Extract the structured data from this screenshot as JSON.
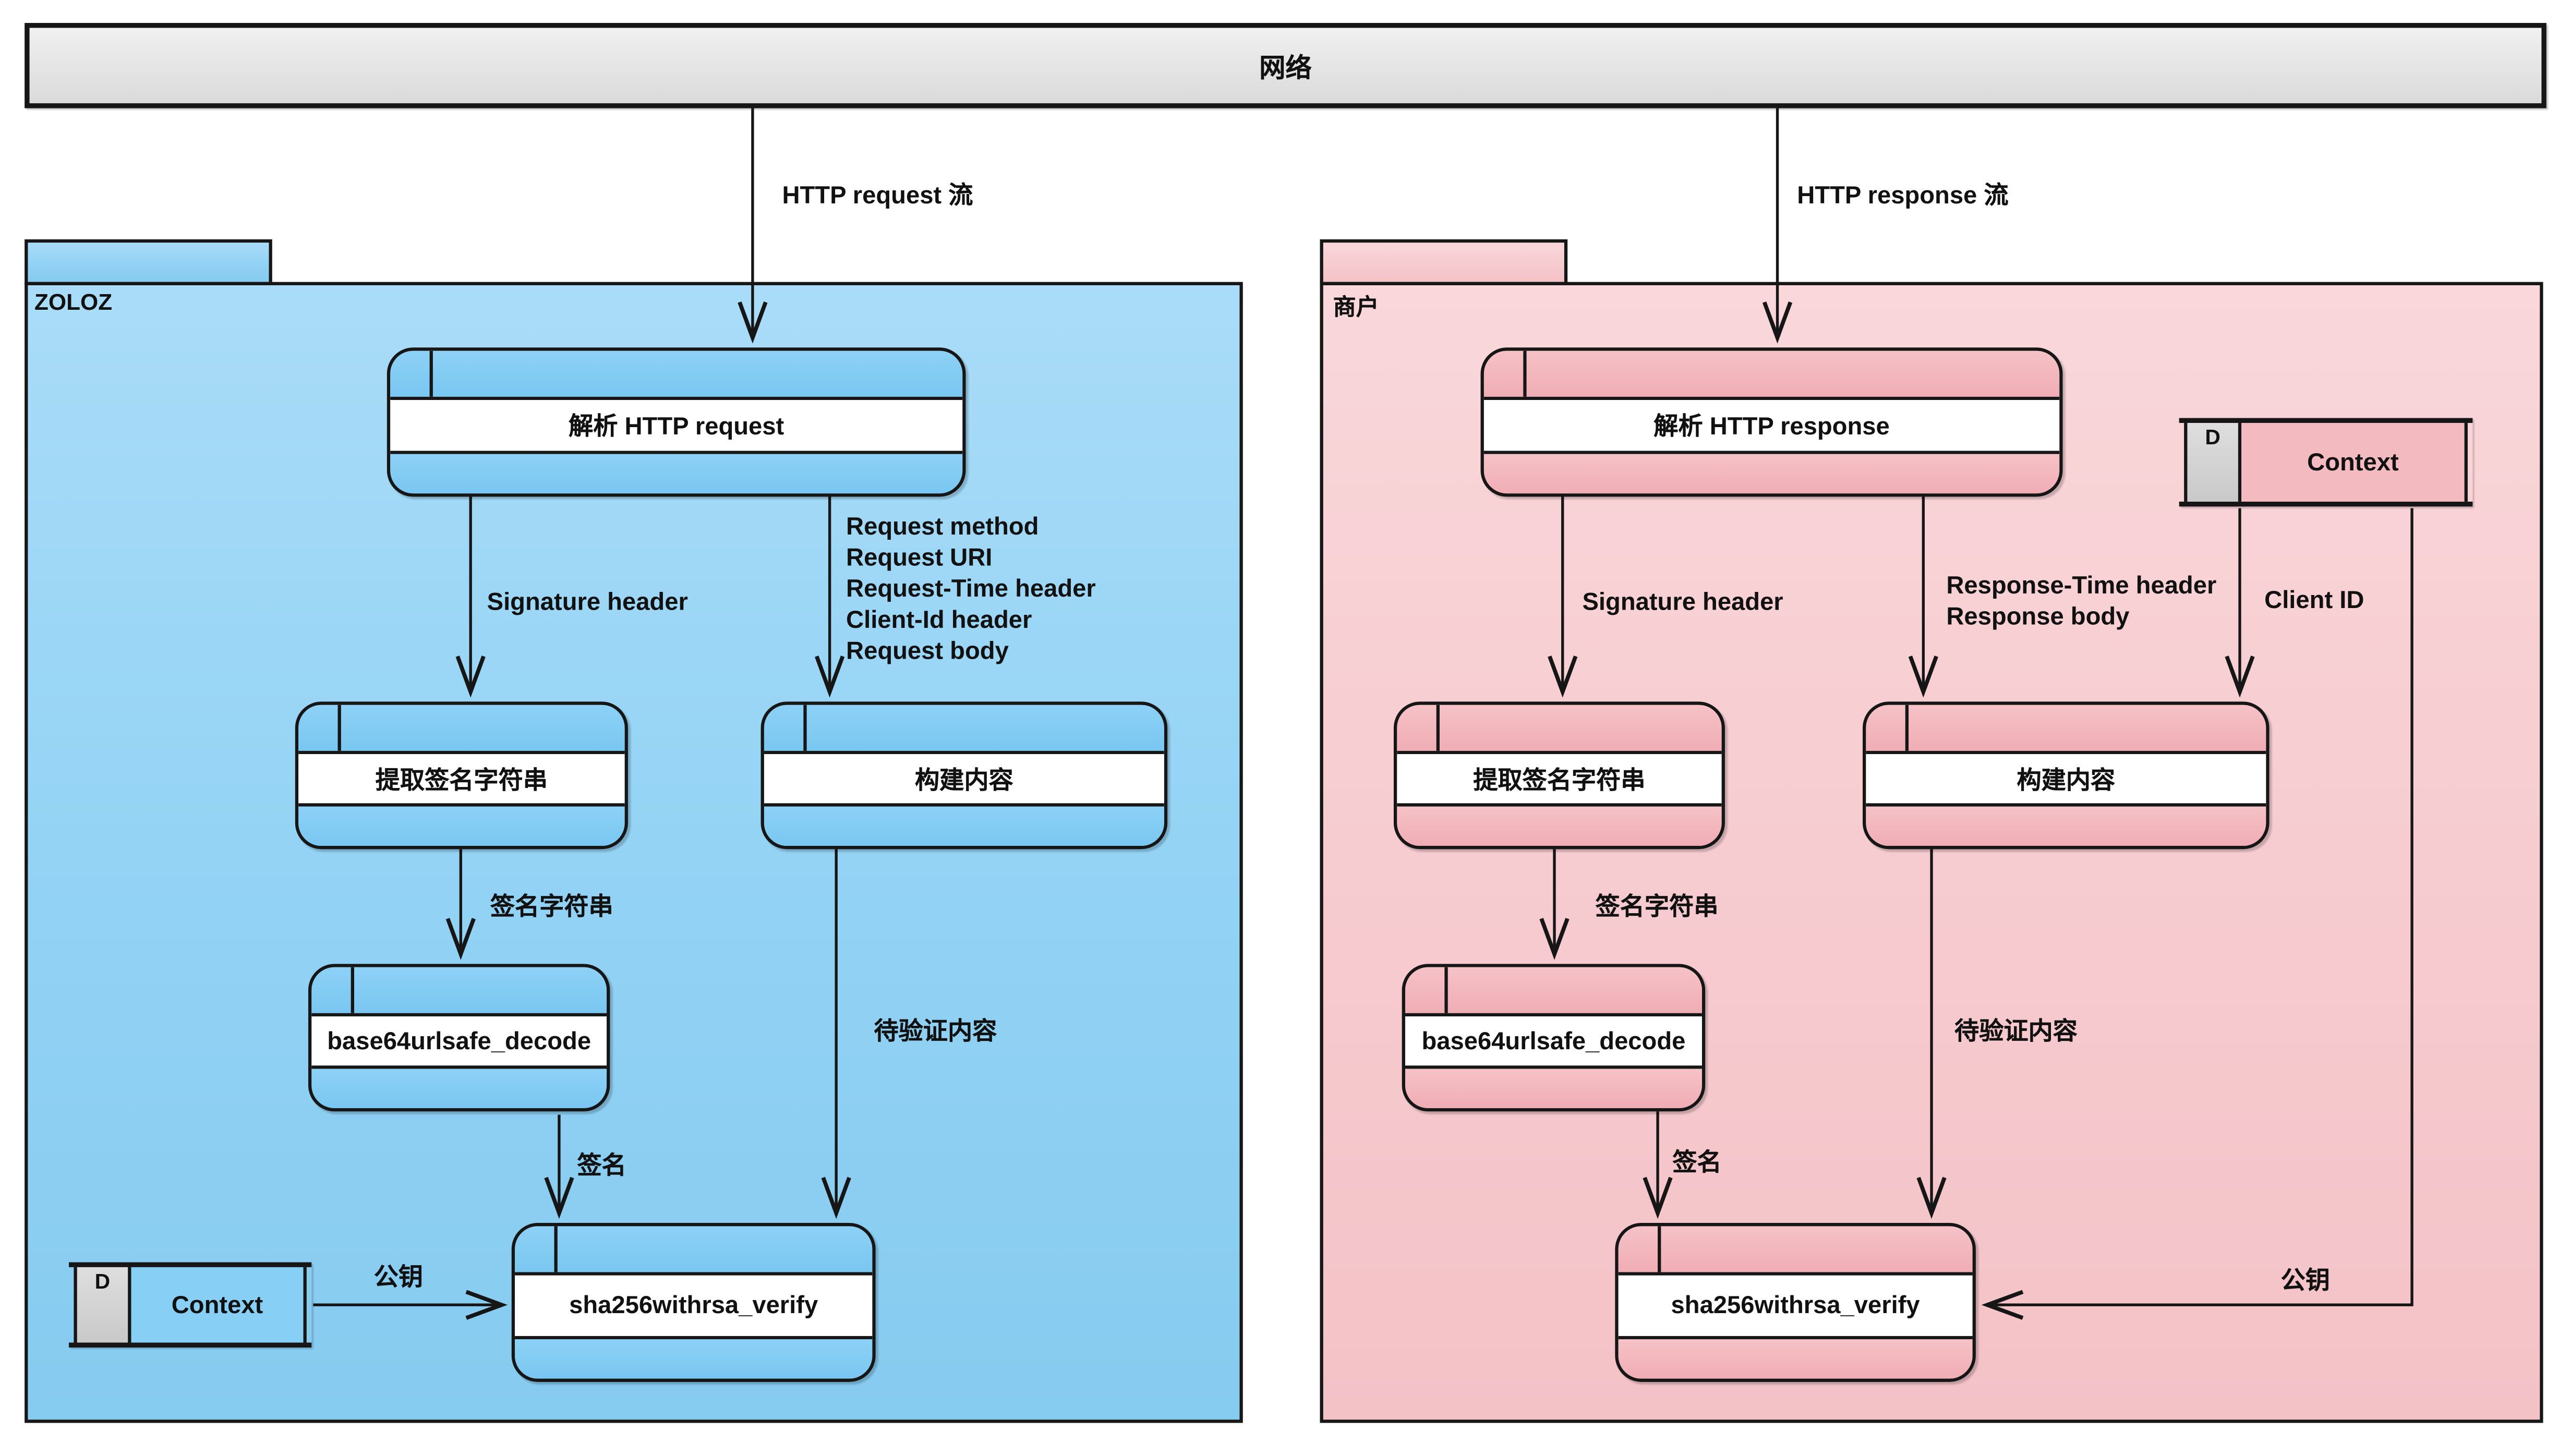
{
  "colors": {
    "blue_container": "#92d2f4",
    "blue_node": "#7ecdf3",
    "pink_container": "#f6cbcf",
    "pink_node": "#f3b9be",
    "bar_grey": "#e4e4e4",
    "tab_grey": "#d4d4d4",
    "line": "#161616"
  },
  "network_bar": {
    "label": "网络"
  },
  "top_edges": {
    "request_flow": "HTTP request 流",
    "response_flow": "HTTP response 流"
  },
  "zoloz": {
    "title": "ZOLOZ",
    "nodes": {
      "parse": "解析 HTTP request",
      "extract": "提取签名字符串",
      "build": "构建内容",
      "decode": "base64urlsafe_decode",
      "verify": "sha256withrsa_verify"
    },
    "context": {
      "tab": "D",
      "label": "Context"
    },
    "labels": {
      "signature_header": "Signature header",
      "request_parts": [
        "Request method",
        "Request URI",
        "Request-Time header",
        "Client-Id header",
        "Request body"
      ],
      "signature_string": "签名字符串",
      "signature": "签名",
      "content_to_verify": "待验证内容",
      "public_key": "公钥"
    }
  },
  "merchant": {
    "title": "商户",
    "nodes": {
      "parse": "解析 HTTP response",
      "extract": "提取签名字符串",
      "build": "构建内容",
      "decode": "base64urlsafe_decode",
      "verify": "sha256withrsa_verify"
    },
    "context": {
      "tab": "D",
      "label": "Context"
    },
    "labels": {
      "signature_header": "Signature header",
      "response_parts": [
        "Response-Time header",
        "Response body"
      ],
      "client_id": "Client ID",
      "signature_string": "签名字符串",
      "signature": "签名",
      "content_to_verify": "待验证内容",
      "public_key": "公钥"
    }
  }
}
